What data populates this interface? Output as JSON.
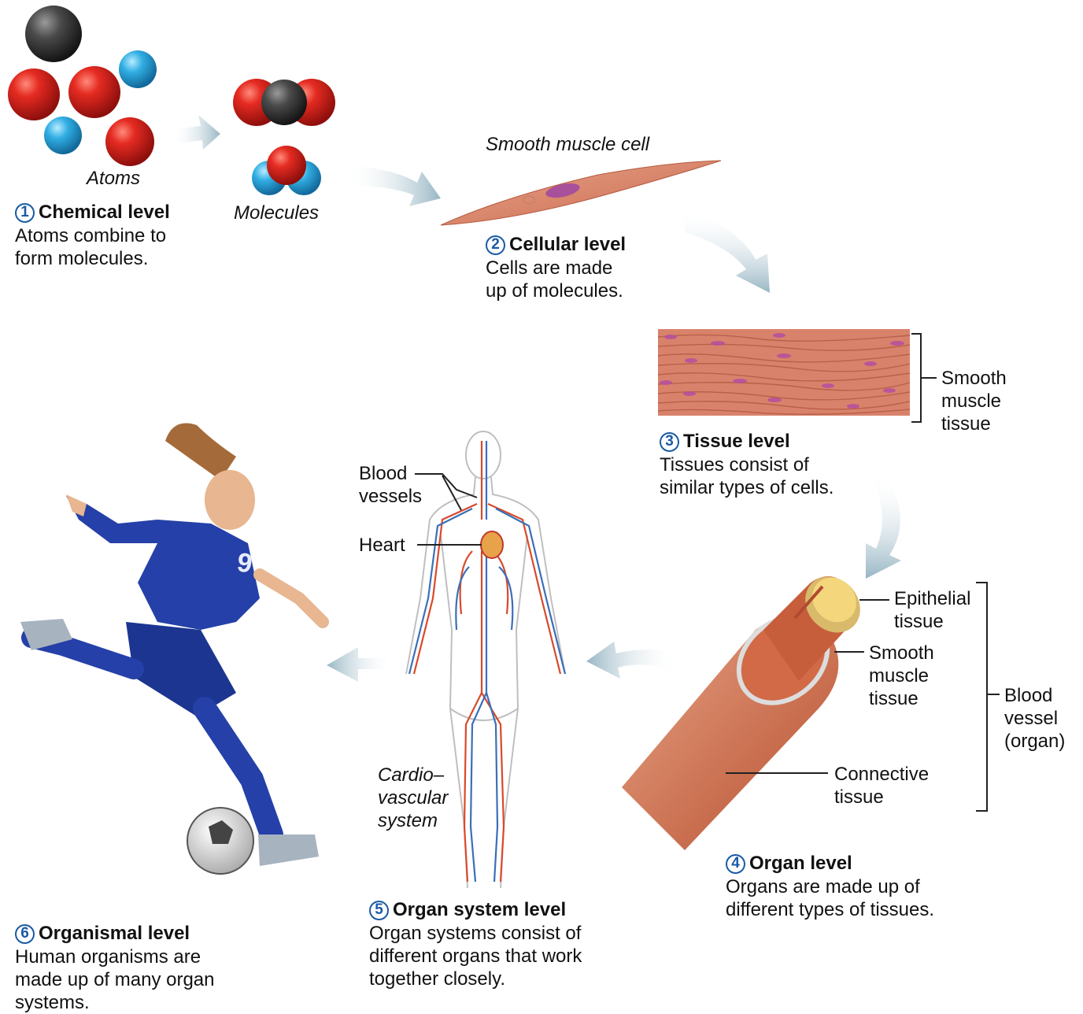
{
  "levels": [
    {
      "number": "1",
      "title": "Chemical level",
      "desc": [
        "Atoms combine to",
        "form molecules."
      ]
    },
    {
      "number": "2",
      "title": "Cellular level",
      "desc": [
        "Cells are made",
        "up of molecules."
      ]
    },
    {
      "number": "3",
      "title": "Tissue level",
      "desc": [
        "Tissues consist of",
        "similar types of cells."
      ]
    },
    {
      "number": "4",
      "title": "Organ level",
      "desc": [
        "Organs are made up of",
        "different types of tissues."
      ]
    },
    {
      "number": "5",
      "title": "Organ system level",
      "desc": [
        "Organ systems consist of",
        "different organs that work",
        "together closely."
      ]
    },
    {
      "number": "6",
      "title": "Organismal level",
      "desc": [
        "Human organisms are",
        "made up of many organ",
        "systems."
      ]
    }
  ],
  "labels": {
    "atoms": "Atoms",
    "molecules": "Molecules",
    "smooth_muscle_cell": "Smooth muscle cell",
    "smooth_muscle_tissue": [
      "Smooth",
      "muscle",
      "tissue"
    ],
    "blood_vessels": [
      "Blood",
      "vessels"
    ],
    "heart": "Heart",
    "epithelial_tissue": [
      "Epithelial",
      "tissue"
    ],
    "organ_smooth_muscle_tissue": [
      "Smooth",
      "muscle",
      "tissue"
    ],
    "connective_tissue": [
      "Connective",
      "tissue"
    ],
    "blood_vessel_organ": [
      "Blood",
      "vessel",
      "(organ)"
    ],
    "cardiovascular_system": [
      "Cardio–",
      "vascular",
      "system"
    ]
  },
  "player_jersey_number": "9",
  "colors": {
    "accent_blue": "#1a5aa5",
    "oxygen_red": "#d42020",
    "hydrogen_blue": "#2aa6dc",
    "carbon_gray": "#3c3c3c",
    "arrow_blue": "#a9c3cf",
    "muscle": "#d9836a",
    "nucleus": "#a8509a"
  }
}
